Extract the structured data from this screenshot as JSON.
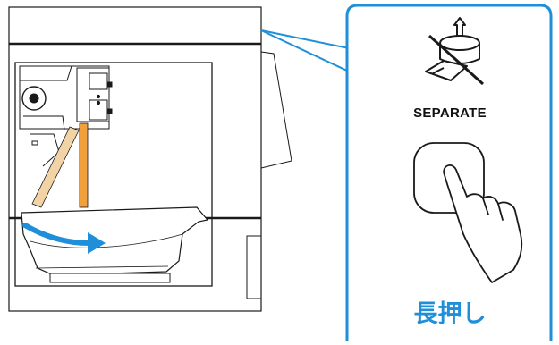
{
  "callout": {
    "button_label": "SEPARATE",
    "action_text": "長押し",
    "icon": "separate-icon",
    "gesture_icon": "finger-press-icon"
  },
  "machine": {
    "parts": [
      "printer-body",
      "paper-tray",
      "roller",
      "paper-path",
      "cover-panel"
    ]
  },
  "colors": {
    "accent_blue": "#1e8fd8",
    "callout_border": "#1e8fd8",
    "paper_beige": "#f2d3a6",
    "paper_orange": "#f2a03c",
    "line": "#1a1a1a"
  }
}
